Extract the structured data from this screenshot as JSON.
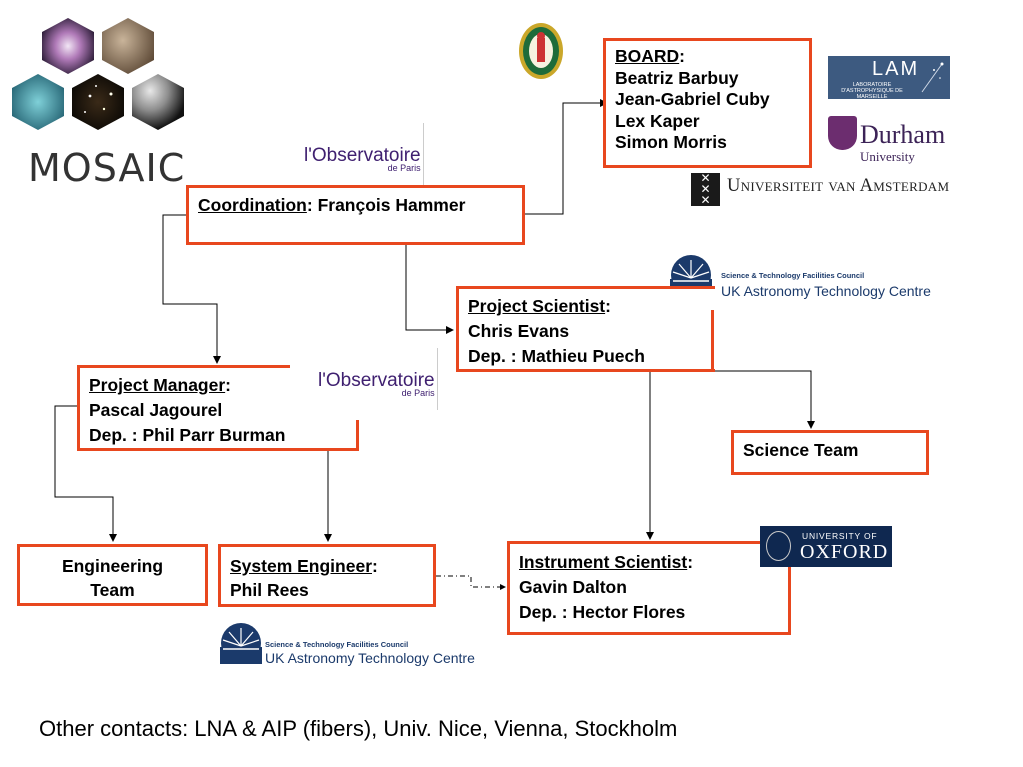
{
  "brand": {
    "name": "MOSAIC"
  },
  "boxes": {
    "board": {
      "heading": "BOARD",
      "lines": [
        "Beatriz Barbuy",
        "Jean-Gabriel Cuby",
        "Lex Kaper",
        "Simon Morris"
      ]
    },
    "coordination": {
      "heading": "Coordination",
      "value": ": François Hammer"
    },
    "project_scientist": {
      "heading": "Project Scientist",
      "colon": ":",
      "lines": [
        "Chris Evans",
        "Dep. : Mathieu Puech"
      ]
    },
    "project_manager": {
      "heading": "Project Manager",
      "colon": ":",
      "lines": [
        "Pascal Jagourel",
        "Dep. : Phil Parr Burman"
      ]
    },
    "science_team": {
      "label": "Science Team"
    },
    "engineering_team": {
      "lines": [
        "Engineering",
        "Team"
      ]
    },
    "system_engineer": {
      "heading": "System Engineer",
      "colon": ":",
      "lines": [
        "Phil Rees"
      ]
    },
    "instrument_scientist": {
      "heading": "Instrument Scientist",
      "colon": ":",
      "lines": [
        "Gavin Dalton",
        "Dep. : Hector Flores"
      ]
    }
  },
  "logos": {
    "observatoire_main": "l'Observatoire",
    "observatoire_sub": "de Paris",
    "stfc_small": "Science & Technology Facilities Council",
    "stfc_big": "UK Astronomy Technology Centre",
    "lam_title": "LAM",
    "lam_sub": "LABORATOIRE D'ASTROPHYSIQUE DE MARSEILLE",
    "durham_title": "Durham",
    "durham_sub": "University",
    "uva": "Universiteit van Amsterdam",
    "oxford_small": "UNIVERSITY OF",
    "oxford_big": "OXFORD"
  },
  "footer": "Other contacts: LNA & AIP (fibers), Univ. Nice, Vienna, Stockholm",
  "colors": {
    "box_border": "#e8471e",
    "connector": "#000000",
    "observatoire": "#3f2070",
    "stfc": "#1b3a6b",
    "oxford": "#0f2850"
  }
}
